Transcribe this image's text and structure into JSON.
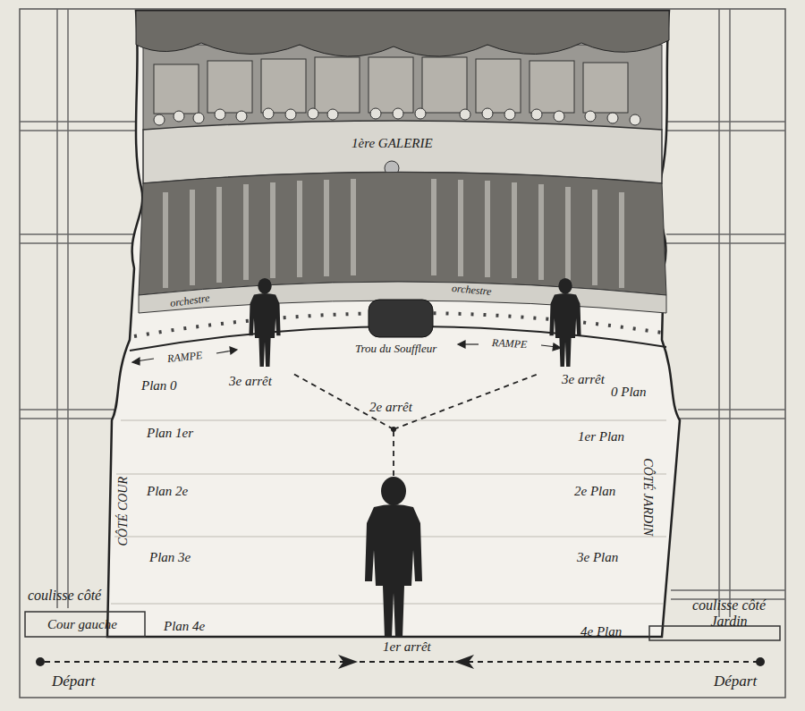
{
  "diagram": {
    "labels": [
      "1ère GALERIE",
      "orchestre",
      "orchestre",
      "RAMPE",
      "Trou du Souffleur",
      "RAMPE",
      "Plan 0",
      "3e arrêt",
      "2e arrêt",
      "3e arrêt",
      "0 Plan",
      "Plan 1er",
      "1er Plan",
      "CÔTÉ COUR",
      "Plan 2e",
      "2e Plan",
      "CÔTÉ JARDIN",
      "Plan 3e",
      "3e Plan",
      "coulisse côté",
      "coulisse côté Jardin",
      "Cour gauche",
      "Plan 4e",
      "4e Plan",
      "1er arrêt",
      "Départ",
      "Départ"
    ]
  }
}
